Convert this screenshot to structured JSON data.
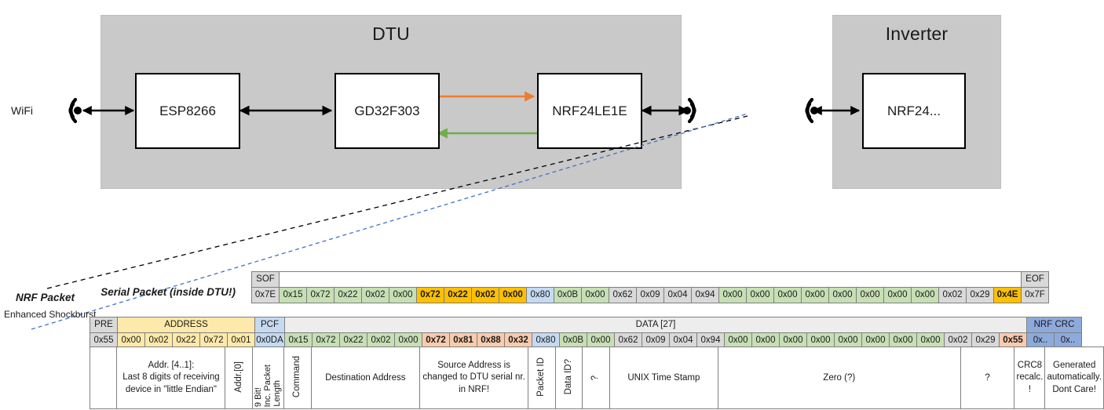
{
  "diagram": {
    "wifi_label": "WiFi",
    "enclosures": [
      {
        "name": "dtu",
        "title": "DTU"
      },
      {
        "name": "inverter",
        "title": "Inverter"
      }
    ],
    "chips": [
      {
        "name": "esp8266",
        "label": "ESP8266"
      },
      {
        "name": "gd32f303",
        "label": "GD32F303"
      },
      {
        "name": "nrf24le1e",
        "label": "NRF24LE1E"
      },
      {
        "name": "nrf24",
        "label": "NRF24..."
      }
    ],
    "arrow_colors": {
      "black": "#000000",
      "orange": "#ED7D31",
      "green": "#70AD47",
      "callout_black": "#000000",
      "callout_blue": "#4472C4"
    }
  },
  "serial_packet": {
    "label": "Serial Packet (inside DTU!)",
    "header": {
      "sof": "SOF",
      "eof": "EOF"
    },
    "cells": [
      {
        "v": "0x7E",
        "c": "gray"
      },
      {
        "v": "0x15",
        "c": "green"
      },
      {
        "v": "0x72",
        "c": "green"
      },
      {
        "v": "0x22",
        "c": "green"
      },
      {
        "v": "0x02",
        "c": "green"
      },
      {
        "v": "0x00",
        "c": "green"
      },
      {
        "v": "0x72",
        "c": "orange"
      },
      {
        "v": "0x22",
        "c": "orange"
      },
      {
        "v": "0x02",
        "c": "orange"
      },
      {
        "v": "0x00",
        "c": "orange"
      },
      {
        "v": "0x80",
        "c": "blue"
      },
      {
        "v": "0x0B",
        "c": "green"
      },
      {
        "v": "0x00",
        "c": "green"
      },
      {
        "v": "0x62",
        "c": "gray"
      },
      {
        "v": "0x09",
        "c": "gray"
      },
      {
        "v": "0x04",
        "c": "gray"
      },
      {
        "v": "0x94",
        "c": "gray"
      },
      {
        "v": "0x00",
        "c": "green"
      },
      {
        "v": "0x00",
        "c": "green"
      },
      {
        "v": "0x00",
        "c": "green"
      },
      {
        "v": "0x00",
        "c": "green"
      },
      {
        "v": "0x00",
        "c": "green"
      },
      {
        "v": "0x00",
        "c": "green"
      },
      {
        "v": "0x00",
        "c": "green"
      },
      {
        "v": "0x00",
        "c": "green"
      },
      {
        "v": "0x02",
        "c": "gray"
      },
      {
        "v": "0x29",
        "c": "gray"
      },
      {
        "v": "0x4E",
        "c": "orange"
      },
      {
        "v": "0x7F",
        "c": "gray"
      }
    ]
  },
  "nrf_packet": {
    "label": "NRF Packet",
    "sublabel": "Enhanced Shockburst",
    "headers": {
      "pre": "PRE",
      "address": "ADDRESS",
      "pcf": "PCF",
      "data": "DATA [27]",
      "crc": "NRF CRC"
    },
    "cells": [
      {
        "v": "0x55",
        "c": "gray"
      },
      {
        "v": "0x00",
        "c": "yellow"
      },
      {
        "v": "0x02",
        "c": "yellow"
      },
      {
        "v": "0x22",
        "c": "yellow"
      },
      {
        "v": "0x72",
        "c": "yellow"
      },
      {
        "v": "0x01",
        "c": "yellow"
      },
      {
        "v": "0x0DA",
        "c": "blue"
      },
      {
        "v": "0x15",
        "c": "green"
      },
      {
        "v": "0x72",
        "c": "green"
      },
      {
        "v": "0x22",
        "c": "green"
      },
      {
        "v": "0x02",
        "c": "green"
      },
      {
        "v": "0x00",
        "c": "green"
      },
      {
        "v": "0x72",
        "c": "salmon"
      },
      {
        "v": "0x81",
        "c": "salmon"
      },
      {
        "v": "0x88",
        "c": "salmon"
      },
      {
        "v": "0x32",
        "c": "salmon"
      },
      {
        "v": "0x80",
        "c": "blue"
      },
      {
        "v": "0x0B",
        "c": "green"
      },
      {
        "v": "0x00",
        "c": "green"
      },
      {
        "v": "0x62",
        "c": "gray"
      },
      {
        "v": "0x09",
        "c": "gray"
      },
      {
        "v": "0x04",
        "c": "gray"
      },
      {
        "v": "0x94",
        "c": "gray"
      },
      {
        "v": "0x00",
        "c": "green"
      },
      {
        "v": "0x00",
        "c": "green"
      },
      {
        "v": "0x00",
        "c": "green"
      },
      {
        "v": "0x00",
        "c": "green"
      },
      {
        "v": "0x00",
        "c": "green"
      },
      {
        "v": "0x00",
        "c": "green"
      },
      {
        "v": "0x00",
        "c": "green"
      },
      {
        "v": "0x00",
        "c": "green"
      },
      {
        "v": "0x02",
        "c": "gray"
      },
      {
        "v": "0x29",
        "c": "gray"
      },
      {
        "v": "0x55",
        "c": "salmon"
      },
      {
        "v": "0x..",
        "c": "bluehdr"
      },
      {
        "v": "0x..",
        "c": "bluehdr"
      }
    ],
    "descriptions": {
      "address": "Addr. [4..1]:\nLast 8 digits of receiving device in \"little Endian\"",
      "addr0": "Addr.[0]",
      "pcf_a": "9 Bit!",
      "pcf_b": "Inc. Packet",
      "pcf_c": "Length",
      "command": "Command",
      "destination": "Destination Address",
      "source": "Source Address is changed to DTU serial nr. in NRF!",
      "packet_id": "Packet ID",
      "data_id": "Data ID?",
      "unknown1": "?",
      "timestamp": "UNIX Time Stamp",
      "zero": "Zero (?)",
      "unknown2": "?",
      "crc8": "CRC8 recalc. !",
      "crc_auto": "Generated automatically. Dont Care!"
    }
  }
}
